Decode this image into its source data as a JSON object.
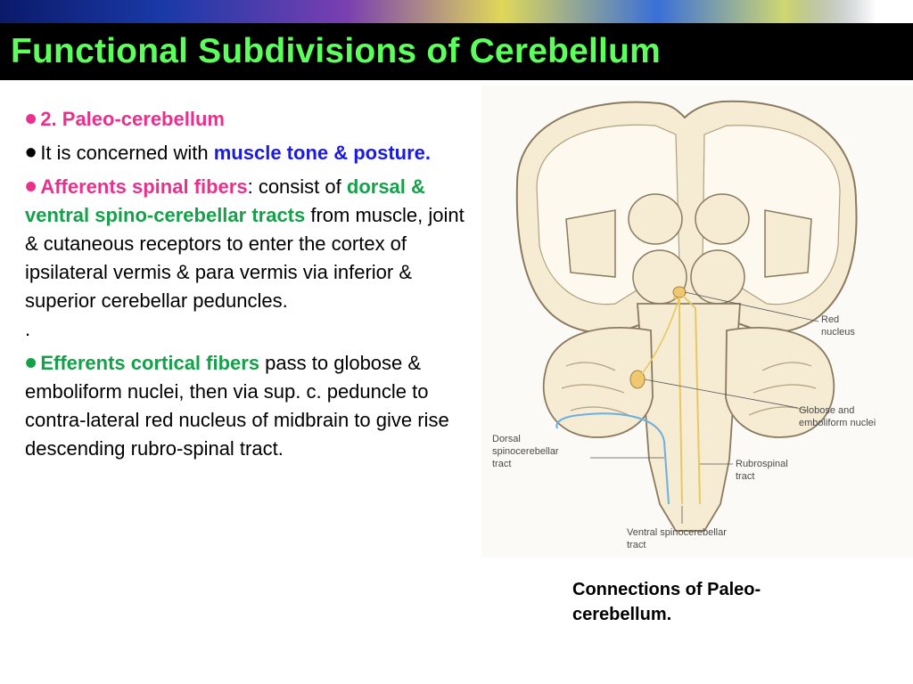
{
  "slide": {
    "title": "Functional Subdivisions of Cerebellum",
    "bullets": [
      {
        "heading": "2. Paleo-cerebellum"
      },
      {
        "text_before": "It is concerned with ",
        "emphasis": "muscle tone & posture."
      },
      {
        "term": "Afferents spinal  fibers",
        "after_term": ": consist of ",
        "tracts": "dorsal & ventral spino-cerebellar tracts",
        "rest": " from muscle, joint & cutaneous receptors to enter the cortex of ipsilateral vermis & para vermis via inferior & superior cerebellar peduncles.",
        "trailing": "."
      },
      {
        "term": "Efferents cortical fibers",
        "rest": " pass to globose & emboliform nuclei, then  via sup. c. peduncle to contra-lateral red nucleus of midbrain to give rise descending rubro-spinal tract."
      }
    ]
  },
  "figure": {
    "labels": {
      "red_nucleus_1": "Red",
      "red_nucleus_2": "nucleus",
      "globose_1": "Globose and",
      "globose_2": "emboliform nuclei",
      "dorsal_1": "Dorsal",
      "dorsal_2": "spinocerebellar",
      "dorsal_3": "tract",
      "rubro_1": "Rubrospinal",
      "rubro_2": "tract",
      "ventral_1": "Ventral spinocerebellar",
      "ventral_2": "tract"
    },
    "caption": "Connections of Paleo-cerebellum."
  },
  "colors": {
    "title_text": "#5cff5c",
    "title_bar": "#000000",
    "heading_pink": "#e8318c",
    "emphasis_blue": "#1a1ae0",
    "tract_green": "#15a04a",
    "diagram_fill": "#f5ecd3",
    "diagram_stroke": "#8a7a60",
    "pathway_blue": "#6ab0e0",
    "pathway_yellow": "#e8c860"
  }
}
